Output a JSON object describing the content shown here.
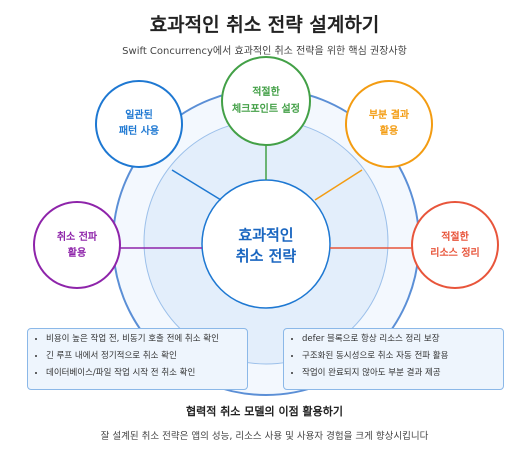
{
  "title": "효과적인 취소 전략 설계하기",
  "subtitle": "Swift Concurrency에서 효과적인 취소 전략을 위한 핵심 권장사항",
  "center": {
    "line1": "효과적인",
    "line2": "취소 전략"
  },
  "nodes": [
    {
      "id": "propagation",
      "line1": "취소 전파",
      "line2": "활용",
      "color": "#8e24aa"
    },
    {
      "id": "patterns",
      "line1": "일관된",
      "line2": "패턴 사용",
      "color": "#1e78d2"
    },
    {
      "id": "checkpoints",
      "line1": "적절한",
      "line2": "체크포인트 설정",
      "color": "#43a047"
    },
    {
      "id": "partial",
      "line1": "부분 결과",
      "line2": "활용",
      "color": "#f39c12"
    },
    {
      "id": "cleanup",
      "line1": "적절한",
      "line2": "리소스 정리",
      "color": "#e8553b"
    }
  ],
  "left_box": {
    "items": [
      "비용이 높은 작업 전, 비동기 호출 전에 취소 확인",
      "긴 루프 내에서 정기적으로 취소 확인",
      "데이터베이스/파일 작업 시작 전 취소 확인"
    ]
  },
  "right_box": {
    "items": [
      "defer 블록으로 항상 리소스 정리 보장",
      "구조화된 동시성으로 취소 자동 전파 활용",
      "작업이 완료되지 않아도 부분 결과 제공"
    ]
  },
  "footer": {
    "title": "협력적 취소 모델의 이점 활용하기",
    "text": "잘 설계된 취소 전략은 앱의 성능, 리소스 사용 및 사용자 경험을 크게 향상시킵니다"
  },
  "colors": {
    "outer_ring": "#5b8fd6",
    "ring_fill": "#f3f8fe",
    "inner_fill": "#e3eefb",
    "center_text": "#1a66c0"
  }
}
